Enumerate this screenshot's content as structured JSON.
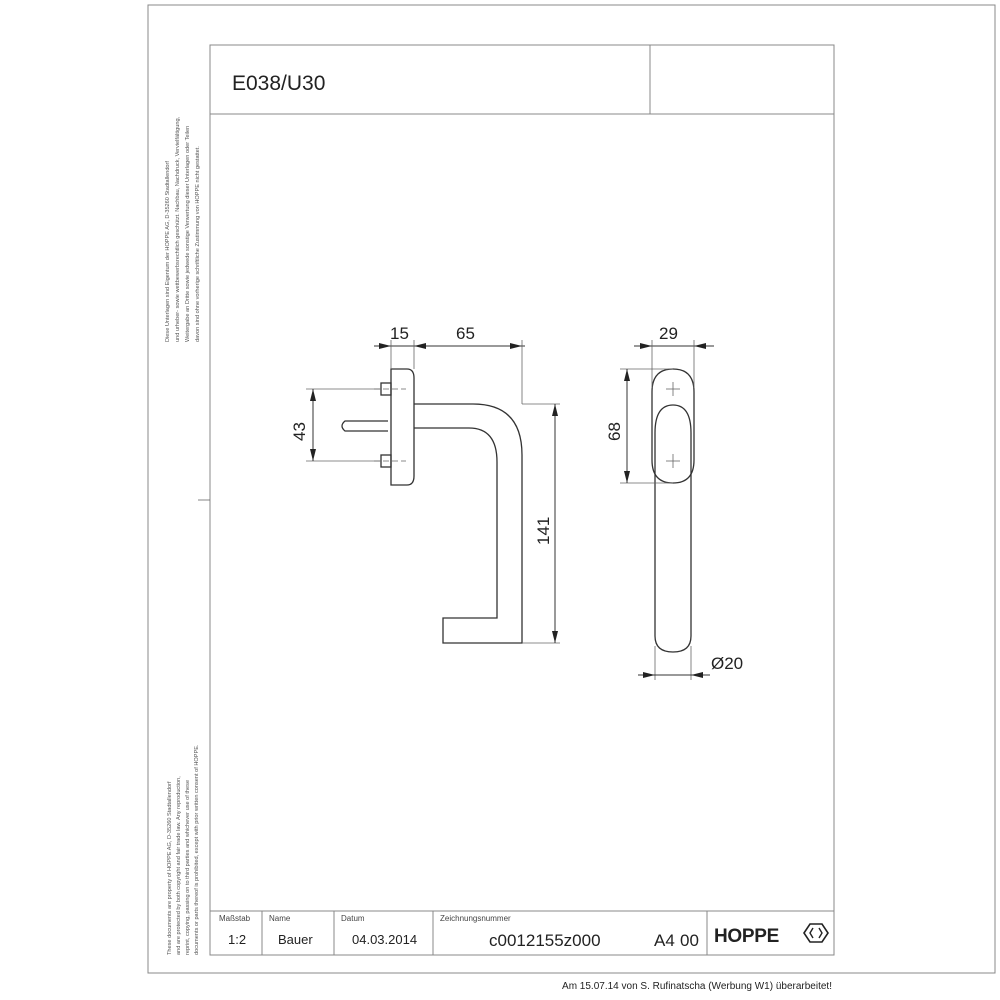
{
  "drawing": {
    "title": "E038/U30",
    "dimensions": {
      "d15": "15",
      "d65": "65",
      "d43": "43",
      "d141": "141",
      "d29": "29",
      "d68": "68",
      "d20": "Ø20"
    }
  },
  "legal": {
    "de": [
      "Diese Unterlagen sind Eigentum der HOPPE AG, D-35260 Stadtallendorf",
      "und urheber- sowie wettbewerbsrechtlich geschützt. Nachbau, Nachdruck, Vervielfältigung,",
      "Weitergabe an Dritte sowie jedwede sonstige Verwertung dieser Unterlagen oder Teilen",
      "davon sind ohne vorherige schriftliche Zustimmung von HOPPE nicht gestattet."
    ],
    "en": [
      "These documents are property of HOPPE AG, D-35260 Stadtallendorf",
      "and are protected by both copyright and fair trade law. Any reproduction,",
      "reprint, copying, passing on to third parties and whichever use of these",
      "documents or parts thereof is prohibited, except with prior written consent of HOPPE."
    ]
  },
  "title_block": {
    "scale_label": "Maßstab",
    "scale_value": "1:2",
    "name_label": "Name",
    "name_value": "Bauer",
    "date_label": "Datum",
    "date_value": "04.03.2014",
    "number_label": "Zeichnungsnummer",
    "number_value": "c0012155z000",
    "format_value": "A4",
    "revision_value": "00",
    "brand": "HOPPE"
  },
  "footer_note": "Am 15.07.14 von S. Rufinatscha (Werbung W1) überarbeitet!"
}
